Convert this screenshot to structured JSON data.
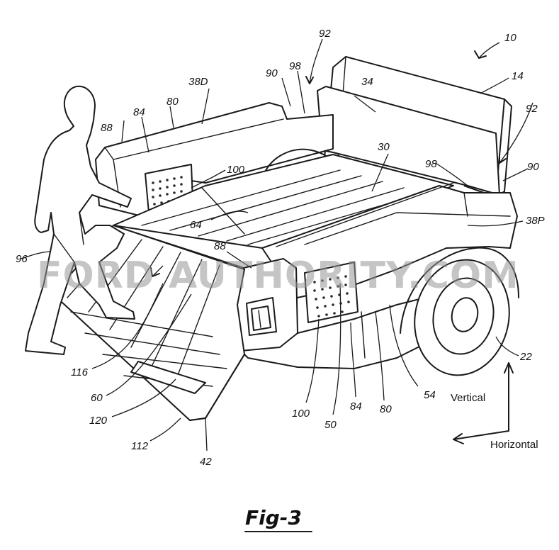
{
  "figure_label": "Fig-3",
  "watermark": "FORD AUTHORITY.COM",
  "axes": {
    "vertical": "Vertical",
    "horizontal": "Horizontal"
  },
  "reference_numerals": {
    "n10": "10",
    "n14": "14",
    "n92a": "92",
    "n92b": "92",
    "n90a": "90",
    "n90b": "90",
    "n98a": "98",
    "n98b": "98",
    "n34": "34",
    "n30": "30",
    "n38D": "38D",
    "n38P": "38P",
    "n80a": "80",
    "n80b": "80",
    "n84a": "84",
    "n84b": "84",
    "n88a": "88",
    "n88b": "88",
    "n100a": "100",
    "n100b": "100",
    "n64": "64",
    "n96": "96",
    "n116": "116",
    "n60": "60",
    "n120": "120",
    "n112": "112",
    "n42": "42",
    "n50": "50",
    "n54": "54",
    "n22": "22"
  }
}
